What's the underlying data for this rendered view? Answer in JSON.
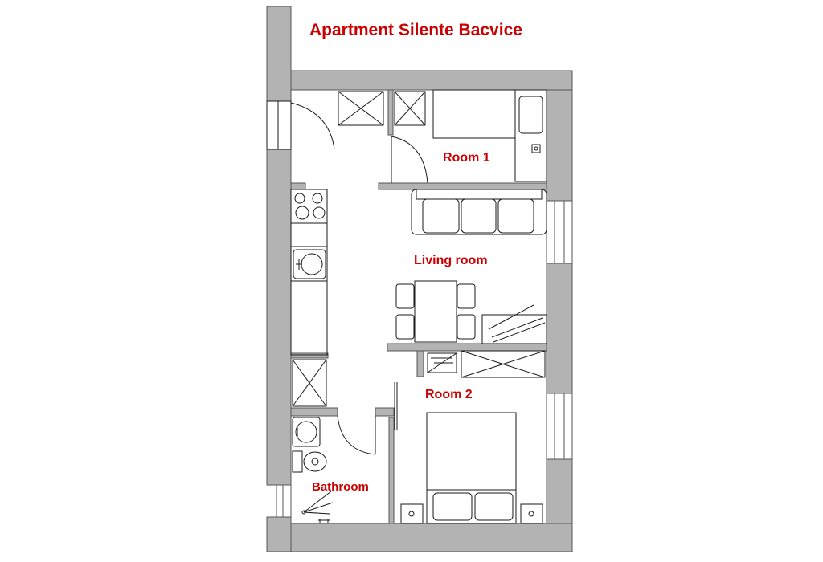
{
  "plan": {
    "title": "Apartment Silente Bacvice",
    "rooms": {
      "room1": "Room 1",
      "living_room": "Living room",
      "room2": "Room 2",
      "bathroom": "Bathroom"
    }
  },
  "colors": {
    "wall": "#b3b3b3",
    "line": "#1a1a1a",
    "label": "#cc0000",
    "background": "#ffffff"
  }
}
